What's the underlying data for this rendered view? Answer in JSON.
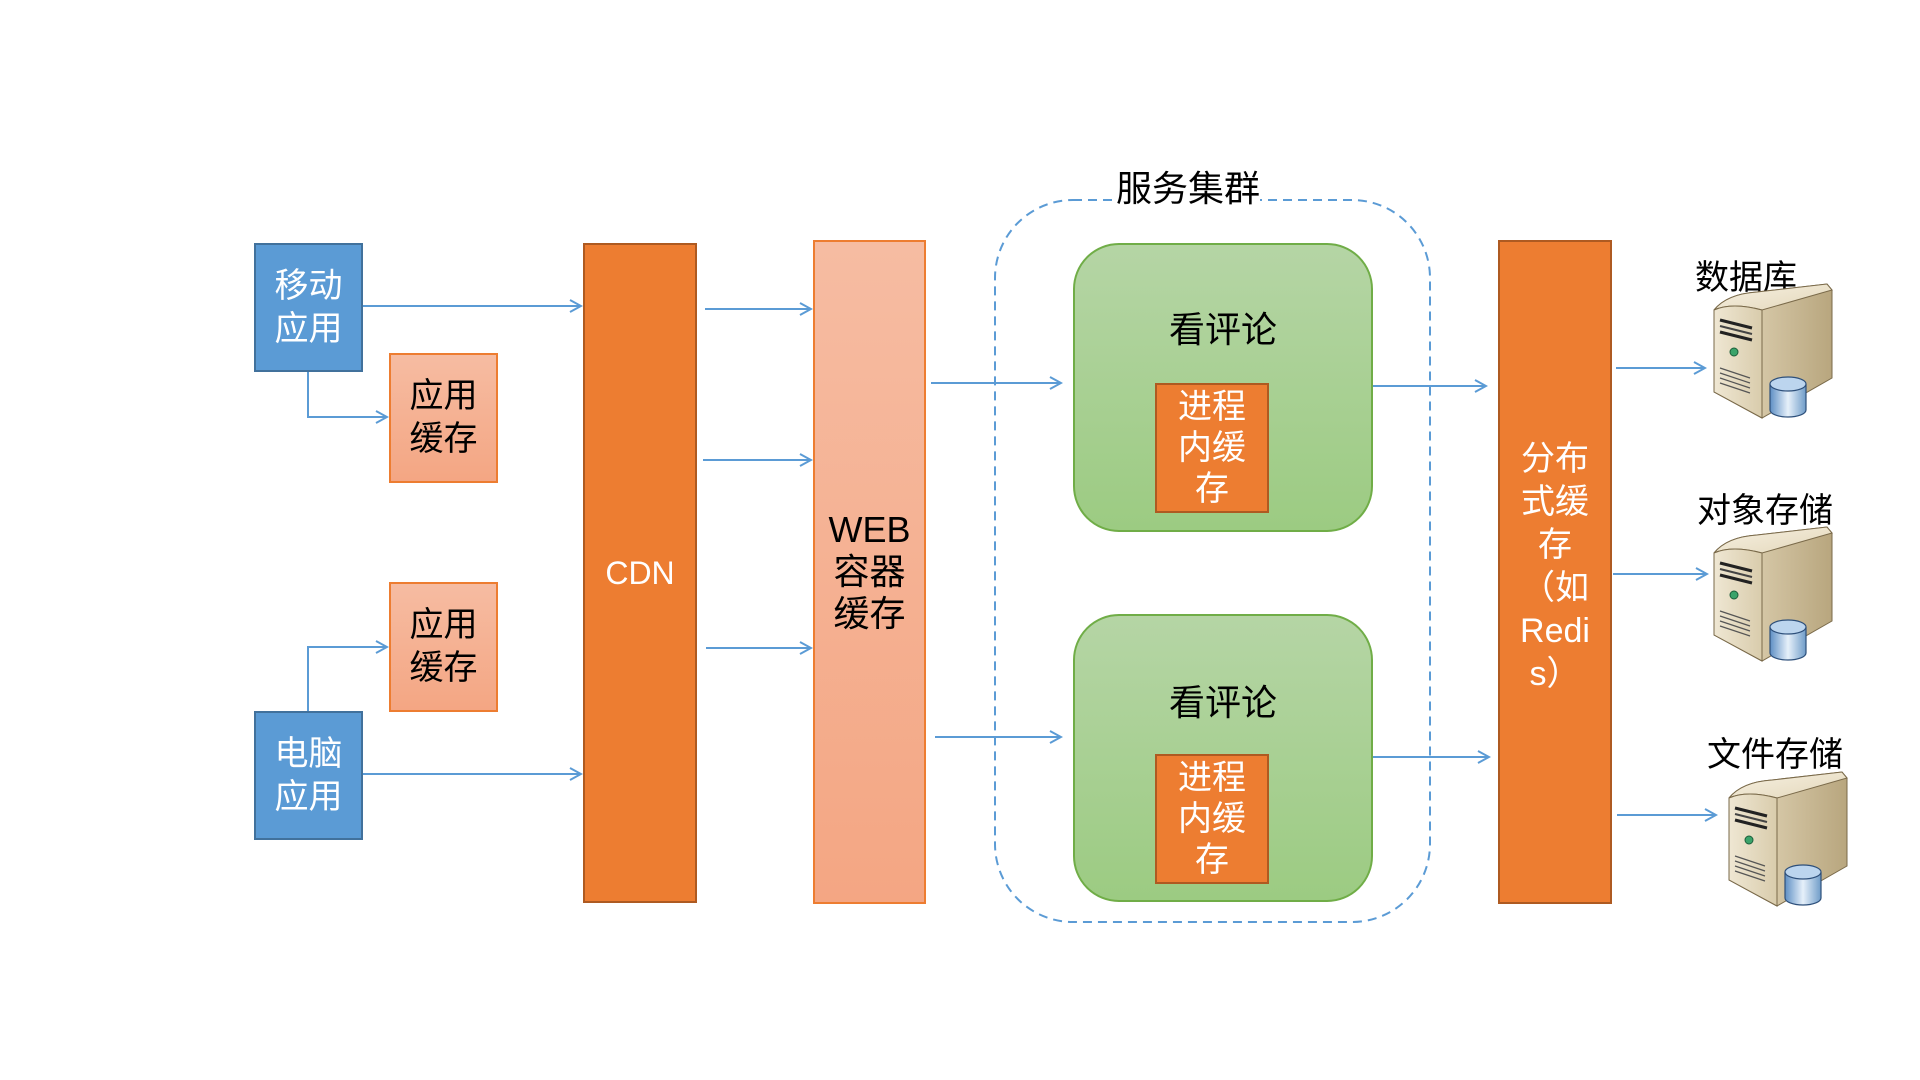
{
  "cluster_label": "服务集群",
  "clients": [
    {
      "id": "mobile",
      "label": "移动\n应用"
    },
    {
      "id": "pc",
      "label": "电脑\n应用"
    }
  ],
  "app_caches": [
    {
      "id": "mobile-app-cache",
      "label": "应用\n缓存"
    },
    {
      "id": "pc-app-cache",
      "label": "应用\n缓存"
    }
  ],
  "cdn": {
    "label": "CDN"
  },
  "web_cache": {
    "label": "WEB\n容器\n缓存"
  },
  "services": [
    {
      "title": "看评论",
      "inner": "进程\n内缓\n存"
    },
    {
      "title": "看评论",
      "inner": "进程\n内缓\n存"
    }
  ],
  "distributed_cache": {
    "label": "分布\n式缓\n存\n（如\nRedi\ns）"
  },
  "storages": [
    {
      "id": "database",
      "label": "数据库",
      "icon": "server-database-icon"
    },
    {
      "id": "object-storage",
      "label": "对象存储",
      "icon": "server-database-icon"
    },
    {
      "id": "file-storage",
      "label": "文件存储",
      "icon": "server-database-icon"
    }
  ],
  "colors": {
    "client": "#5b9bd5",
    "app_cache": "#f4b183",
    "cdn": "#ed7d31",
    "service": "#a9d18e",
    "arrow": "#5b9bd5"
  }
}
